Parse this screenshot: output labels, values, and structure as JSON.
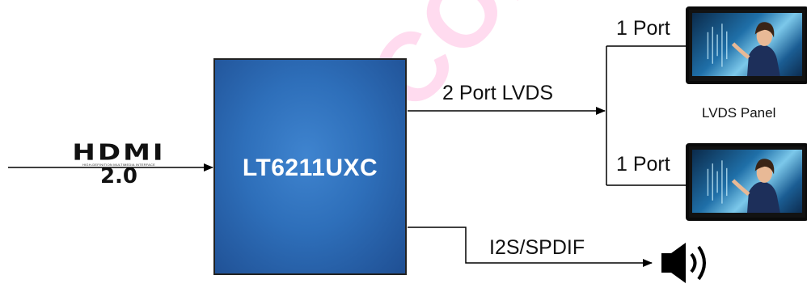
{
  "input": {
    "logo_text": "HDMI",
    "logo_tagline": "HIGH-DEFINITION MULTIMEDIA INTERFACE",
    "version": "2.0"
  },
  "chip": {
    "name": "LT6211UXC"
  },
  "outputs": {
    "lvds_label": "2 Port LVDS",
    "port_top_label": "1 Port",
    "port_bottom_label": "1 Port",
    "panel_label": "LVDS  Panel",
    "audio_label": "I2S/SPDIF"
  },
  "watermark": "CONFIDENTIAL",
  "colors": {
    "chip_fill": "#2e6fba",
    "watermark": "#ff008c",
    "line": "#000000"
  }
}
